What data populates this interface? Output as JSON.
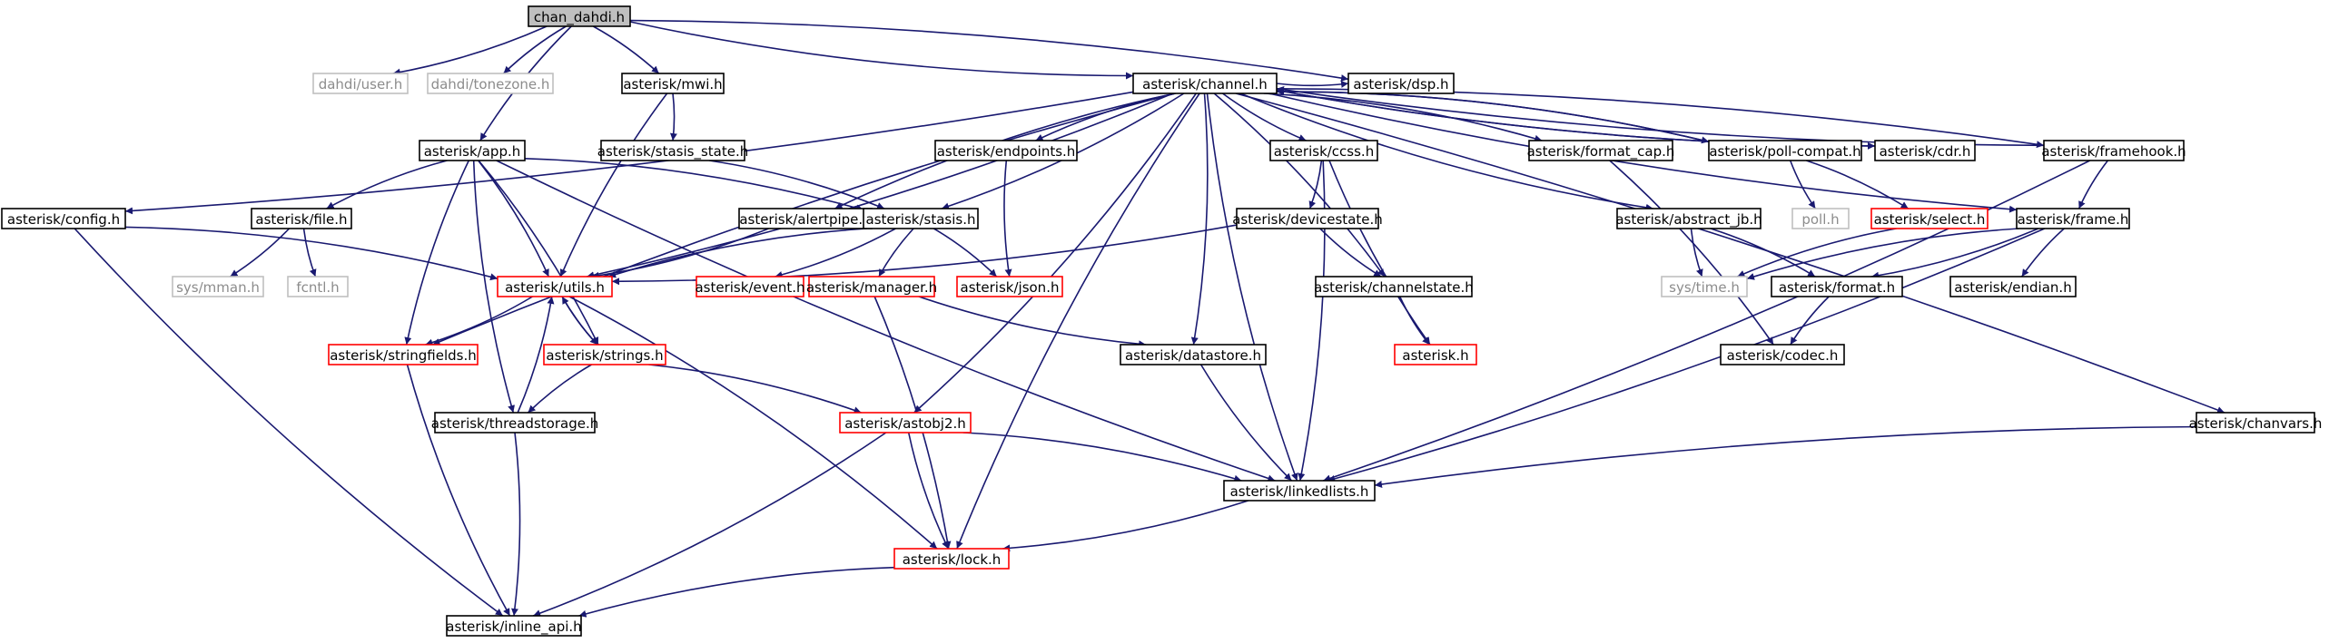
{
  "colors": {
    "edge": "#191970",
    "root_fill": "#bfbfbf",
    "border_normal": "#000000",
    "border_red": "#ff0000",
    "border_missing": "#bfbfbf",
    "text_normal": "#000000",
    "text_missing": "#8c8c8c"
  },
  "nodes": [
    {
      "id": "root",
      "label": "chan_dahdi.h",
      "style": "root"
    },
    {
      "id": "dahdi_user",
      "label": "dahdi/user.h",
      "style": "missing"
    },
    {
      "id": "dahdi_tonezone",
      "label": "dahdi/tonezone.h",
      "style": "missing"
    },
    {
      "id": "mwi",
      "label": "asterisk/mwi.h",
      "style": "normal"
    },
    {
      "id": "channel",
      "label": "asterisk/channel.h",
      "style": "normal"
    },
    {
      "id": "dsp",
      "label": "asterisk/dsp.h",
      "style": "normal"
    },
    {
      "id": "app",
      "label": "asterisk/app.h",
      "style": "normal"
    },
    {
      "id": "stasis_state",
      "label": "asterisk/stasis_state.h",
      "style": "normal"
    },
    {
      "id": "endpoints",
      "label": "asterisk/endpoints.h",
      "style": "normal"
    },
    {
      "id": "ccss",
      "label": "asterisk/ccss.h",
      "style": "normal"
    },
    {
      "id": "format_cap",
      "label": "asterisk/format_cap.h",
      "style": "normal"
    },
    {
      "id": "poll_compat",
      "label": "asterisk/poll-compat.h",
      "style": "normal"
    },
    {
      "id": "cdr",
      "label": "asterisk/cdr.h",
      "style": "normal"
    },
    {
      "id": "framehook",
      "label": "asterisk/framehook.h",
      "style": "normal"
    },
    {
      "id": "config",
      "label": "asterisk/config.h",
      "style": "normal"
    },
    {
      "id": "file",
      "label": "asterisk/file.h",
      "style": "normal"
    },
    {
      "id": "alertpipe",
      "label": "asterisk/alertpipe.h",
      "style": "normal"
    },
    {
      "id": "stasis",
      "label": "asterisk/stasis.h",
      "style": "normal"
    },
    {
      "id": "devicestate",
      "label": "asterisk/devicestate.h",
      "style": "normal"
    },
    {
      "id": "abstract_jb",
      "label": "asterisk/abstract_jb.h",
      "style": "normal"
    },
    {
      "id": "poll",
      "label": "poll.h",
      "style": "missing"
    },
    {
      "id": "select",
      "label": "asterisk/select.h",
      "style": "red"
    },
    {
      "id": "frame",
      "label": "asterisk/frame.h",
      "style": "normal"
    },
    {
      "id": "sys_mman",
      "label": "sys/mman.h",
      "style": "missing"
    },
    {
      "id": "fcntl",
      "label": "fcntl.h",
      "style": "missing"
    },
    {
      "id": "utils",
      "label": "asterisk/utils.h",
      "style": "red"
    },
    {
      "id": "event",
      "label": "asterisk/event.h",
      "style": "red"
    },
    {
      "id": "manager",
      "label": "asterisk/manager.h",
      "style": "red"
    },
    {
      "id": "json",
      "label": "asterisk/json.h",
      "style": "red"
    },
    {
      "id": "channelstate",
      "label": "asterisk/channelstate.h",
      "style": "normal"
    },
    {
      "id": "sys_time",
      "label": "sys/time.h",
      "style": "missing"
    },
    {
      "id": "format",
      "label": "asterisk/format.h",
      "style": "normal"
    },
    {
      "id": "endian",
      "label": "asterisk/endian.h",
      "style": "normal"
    },
    {
      "id": "stringfields",
      "label": "asterisk/stringfields.h",
      "style": "red"
    },
    {
      "id": "strings",
      "label": "asterisk/strings.h",
      "style": "red"
    },
    {
      "id": "datastore",
      "label": "asterisk/datastore.h",
      "style": "normal"
    },
    {
      "id": "asterisk",
      "label": "asterisk.h",
      "style": "red"
    },
    {
      "id": "codec",
      "label": "asterisk/codec.h",
      "style": "normal"
    },
    {
      "id": "threadstorage",
      "label": "asterisk/threadstorage.h",
      "style": "normal"
    },
    {
      "id": "astobj2",
      "label": "asterisk/astobj2.h",
      "style": "red"
    },
    {
      "id": "chanvars",
      "label": "asterisk/chanvars.h",
      "style": "normal"
    },
    {
      "id": "linkedlists",
      "label": "asterisk/linkedlists.h",
      "style": "normal"
    },
    {
      "id": "lock",
      "label": "asterisk/lock.h",
      "style": "red"
    },
    {
      "id": "inline_api",
      "label": "asterisk/inline_api.h",
      "style": "normal"
    }
  ],
  "edges": [
    [
      "root",
      "dahdi_user"
    ],
    [
      "root",
      "dahdi_tonezone"
    ],
    [
      "root",
      "mwi"
    ],
    [
      "root",
      "channel"
    ],
    [
      "root",
      "dsp"
    ],
    [
      "root",
      "app"
    ],
    [
      "mwi",
      "stasis_state"
    ],
    [
      "mwi",
      "utils"
    ],
    [
      "stasis_state",
      "stasis"
    ],
    [
      "channel",
      "dsp"
    ],
    [
      "channel",
      "config"
    ],
    [
      "channel",
      "stringfields"
    ],
    [
      "channel",
      "utils"
    ],
    [
      "channel",
      "alertpipe"
    ],
    [
      "channel",
      "stasis"
    ],
    [
      "channel",
      "endpoints"
    ],
    [
      "channel",
      "astobj2"
    ],
    [
      "channel",
      "lock"
    ],
    [
      "channel",
      "datastore"
    ],
    [
      "channel",
      "ccss"
    ],
    [
      "channel",
      "channelstate"
    ],
    [
      "channel",
      "linkedlists"
    ],
    [
      "channel",
      "format_cap"
    ],
    [
      "channel",
      "abstract_jb"
    ],
    [
      "channel",
      "poll_compat"
    ],
    [
      "channel",
      "cdr"
    ],
    [
      "channel",
      "framehook"
    ],
    [
      "channel",
      "frame"
    ],
    [
      "channel",
      "chanvars"
    ],
    [
      "app",
      "file"
    ],
    [
      "app",
      "utils"
    ],
    [
      "app",
      "stringfields"
    ],
    [
      "app",
      "strings"
    ],
    [
      "app",
      "threadstorage"
    ],
    [
      "app",
      "stasis"
    ],
    [
      "app",
      "linkedlists"
    ],
    [
      "config",
      "utils"
    ],
    [
      "config",
      "inline_api"
    ],
    [
      "file",
      "sys_mman"
    ],
    [
      "file",
      "fcntl"
    ],
    [
      "alertpipe",
      "utils"
    ],
    [
      "stasis",
      "utils"
    ],
    [
      "stasis",
      "event"
    ],
    [
      "stasis",
      "manager"
    ],
    [
      "stasis",
      "json"
    ],
    [
      "endpoints",
      "json"
    ],
    [
      "devicestate",
      "utils"
    ],
    [
      "devicestate",
      "channelstate"
    ],
    [
      "ccss",
      "devicestate"
    ],
    [
      "ccss",
      "asterisk"
    ],
    [
      "ccss",
      "linkedlists"
    ],
    [
      "channelstate",
      "asterisk"
    ],
    [
      "format_cap",
      "codec"
    ],
    [
      "poll_compat",
      "poll"
    ],
    [
      "poll_compat",
      "select"
    ],
    [
      "poll_compat",
      "channel"
    ],
    [
      "cdr",
      "channel"
    ],
    [
      "abstract_jb",
      "sys_time"
    ],
    [
      "abstract_jb",
      "format"
    ],
    [
      "select",
      "sys_time"
    ],
    [
      "framehook",
      "channel"
    ],
    [
      "framehook",
      "frame"
    ],
    [
      "framehook",
      "linkedlists"
    ],
    [
      "frame",
      "sys_time"
    ],
    [
      "frame",
      "format"
    ],
    [
      "frame",
      "endian"
    ],
    [
      "frame",
      "linkedlists"
    ],
    [
      "format",
      "codec"
    ],
    [
      "utils",
      "stringfields"
    ],
    [
      "utils",
      "strings"
    ],
    [
      "utils",
      "lock"
    ],
    [
      "stringfields",
      "inline_api"
    ],
    [
      "strings",
      "utils"
    ],
    [
      "strings",
      "threadstorage"
    ],
    [
      "strings",
      "astobj2"
    ],
    [
      "threadstorage",
      "utils"
    ],
    [
      "threadstorage",
      "inline_api"
    ],
    [
      "manager",
      "datastore"
    ],
    [
      "manager",
      "lock"
    ],
    [
      "datastore",
      "linkedlists"
    ],
    [
      "astobj2",
      "linkedlists"
    ],
    [
      "astobj2",
      "lock"
    ],
    [
      "astobj2",
      "inline_api"
    ],
    [
      "chanvars",
      "linkedlists"
    ],
    [
      "linkedlists",
      "lock"
    ],
    [
      "lock",
      "inline_api"
    ]
  ]
}
